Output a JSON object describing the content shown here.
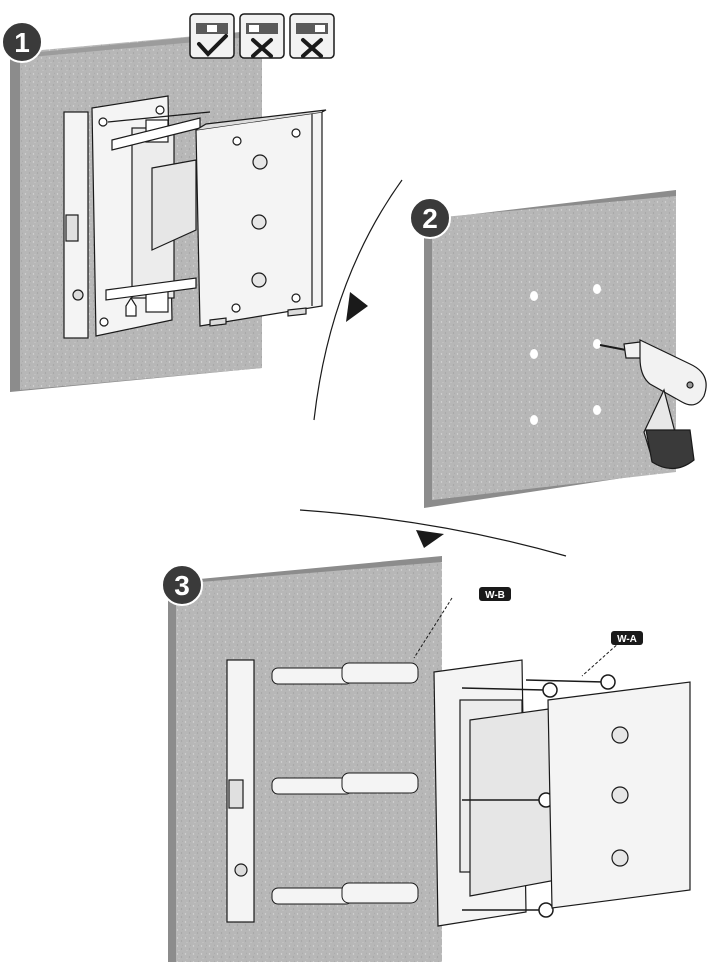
{
  "steps": {
    "step1": {
      "number": "1"
    },
    "step2": {
      "number": "2"
    },
    "step3": {
      "number": "3"
    }
  },
  "labels": {
    "wall_plug": "W-B",
    "wood_screw": "W-A"
  },
  "level_icons": [
    {
      "state": "level",
      "mark": "check-icon"
    },
    {
      "state": "tilted",
      "mark": "cross-icon"
    },
    {
      "state": "tilted",
      "mark": "cross-icon"
    }
  ],
  "colors": {
    "wall_face": "#b5b5b5",
    "wall_edge": "#8c8c8c",
    "badge_fill": "#3a3a3a",
    "badge_text": "#ffffff",
    "line": "#1a1a1a",
    "metal": "#f4f4f4"
  }
}
